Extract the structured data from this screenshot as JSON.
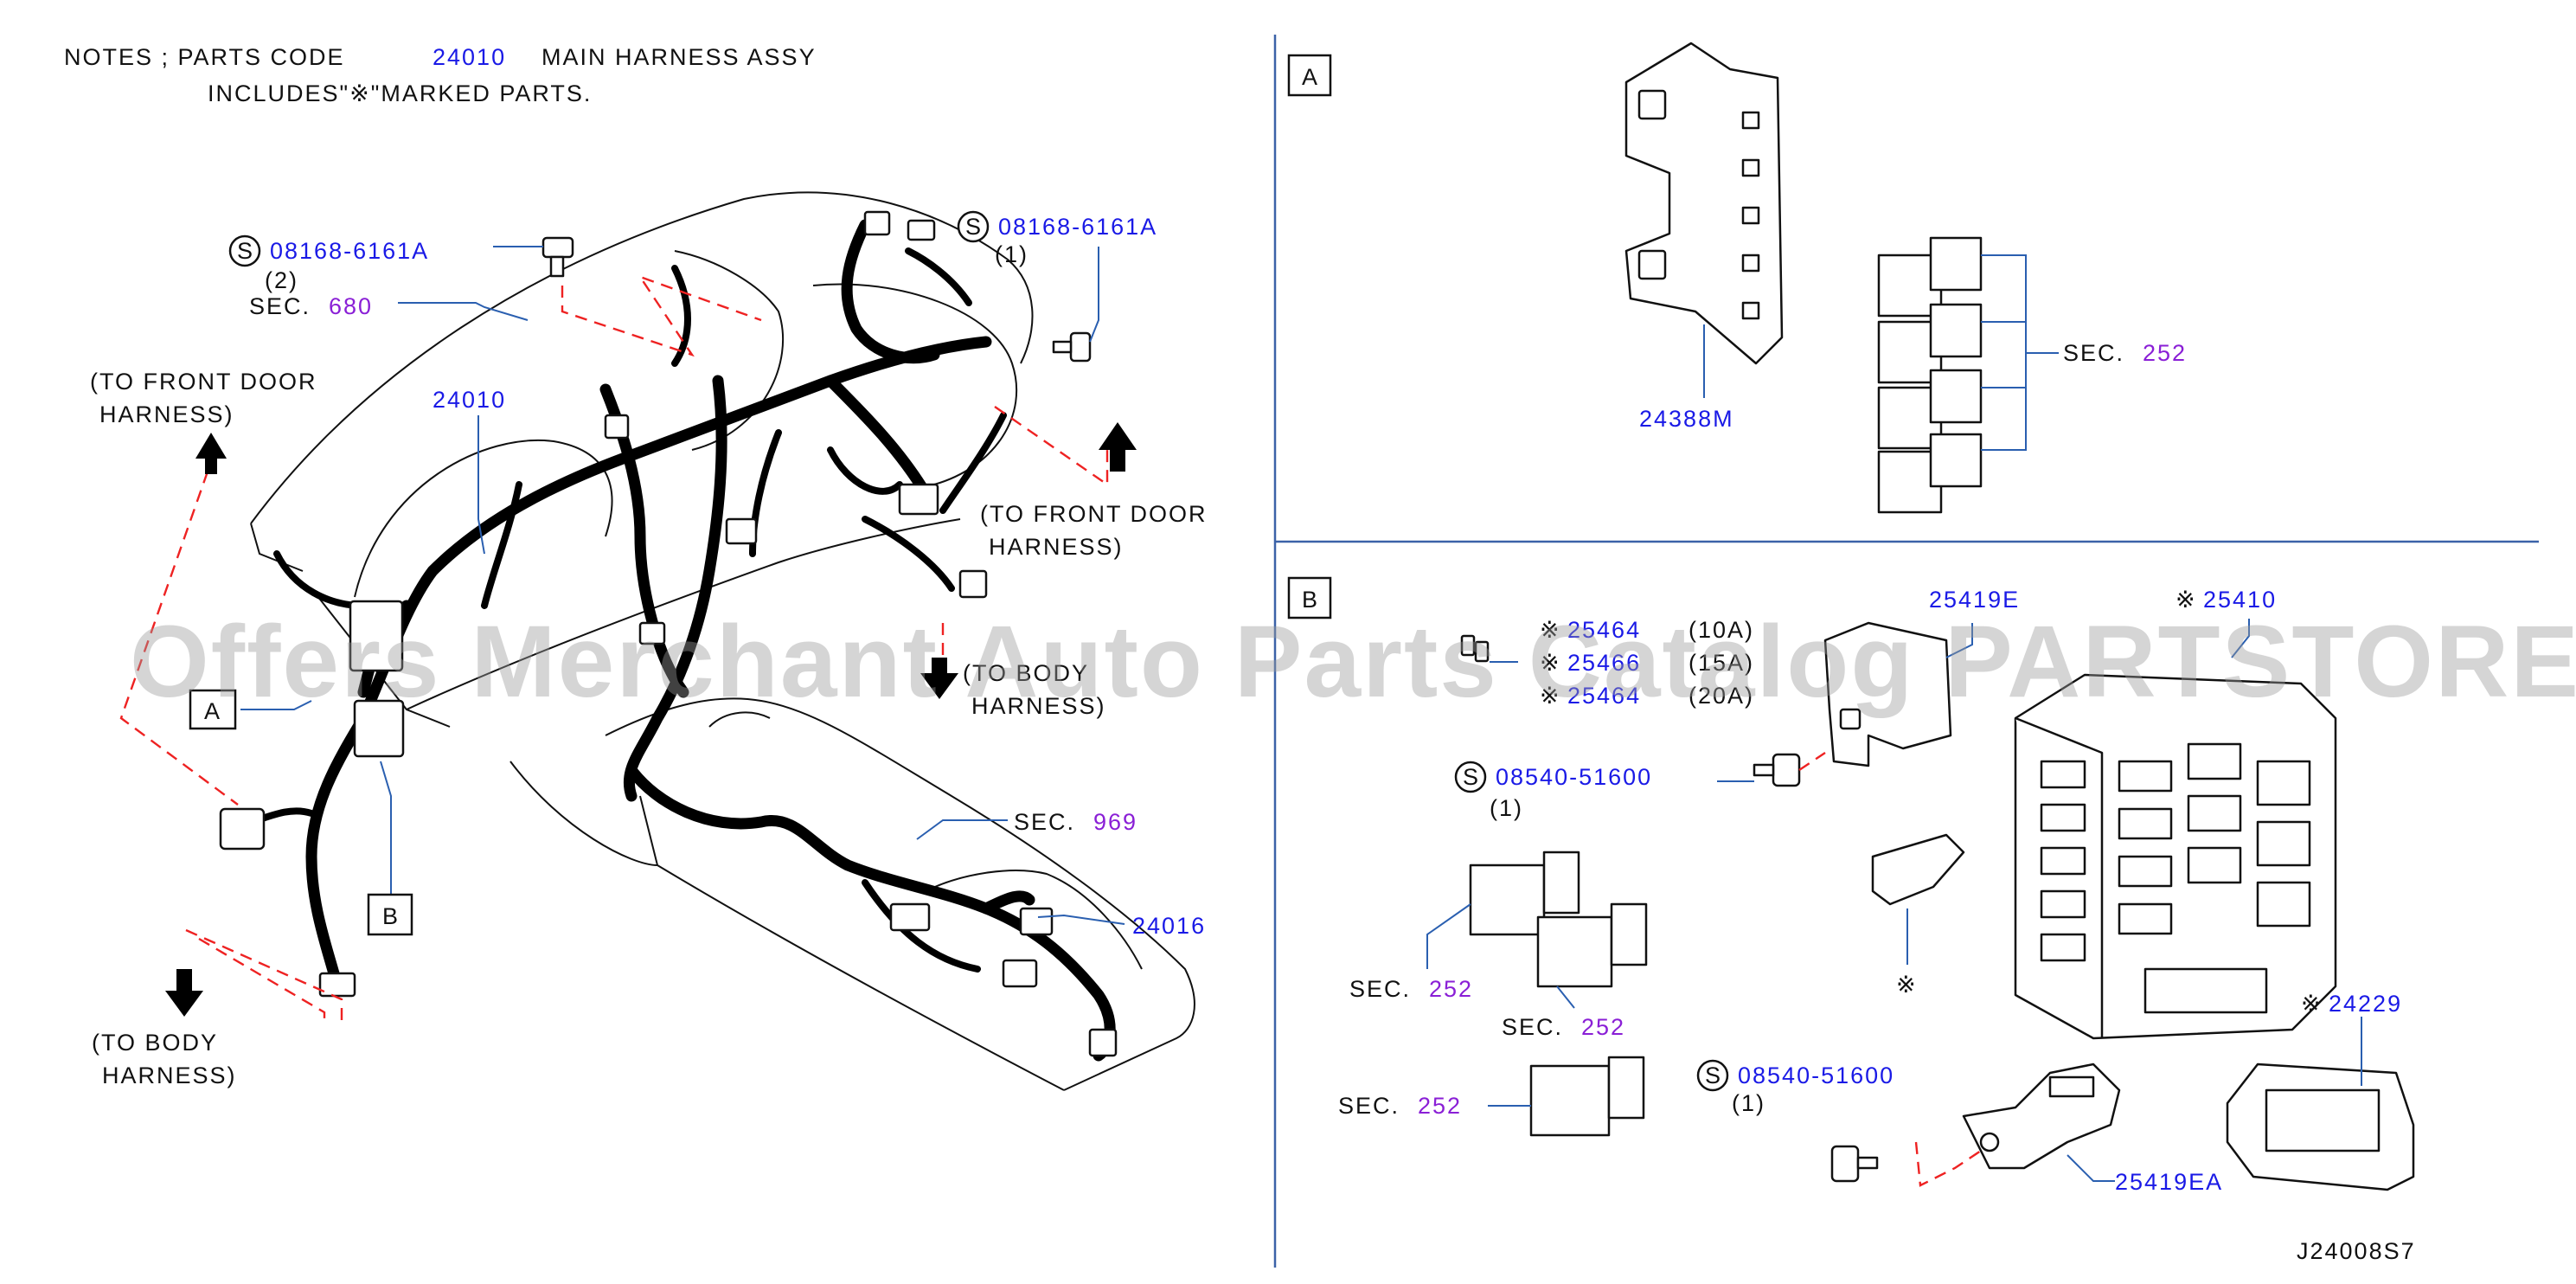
{
  "notes": {
    "line1_prefix": "NOTES ; PARTS CODE",
    "line1_code": "24010",
    "line1_suffix": "MAIN HARNESS ASSY",
    "line2": "INCLUDES\"※\"MARKED PARTS."
  },
  "left_labels": {
    "bolt_left_symbol": "S",
    "bolt_left_code": "08168-6161A",
    "bolt_left_qty": "(2)",
    "sec680_prefix": "SEC.",
    "sec680_num": "680",
    "to_front_door_left_1": "(TO FRONT DOOR",
    "to_front_door_left_2": "HARNESS)",
    "main_24010": "24010",
    "bolt_right_symbol": "S",
    "bolt_right_code": "08168-6161A",
    "bolt_right_qty": "(1)",
    "to_front_door_right_1": "(TO FRONT DOOR",
    "to_front_door_right_2": "HARNESS)",
    "to_body_mid_1": "(TO BODY",
    "to_body_mid_2": "HARNESS)",
    "callout_a": "A",
    "callout_b": "B",
    "sec969_prefix": "SEC.",
    "sec969_num": "969",
    "part_24016": "24016",
    "to_body_left_1": "(TO BODY",
    "to_body_left_2": "HARNESS)"
  },
  "section_a": {
    "tag": "A",
    "part_24388m": "24388M",
    "sec_prefix": "SEC.",
    "sec_num": "252"
  },
  "section_b": {
    "tag": "B",
    "fuse_mark": "※",
    "fuses": [
      {
        "mark": "※",
        "code": "25464",
        "rating": "(10A)"
      },
      {
        "mark": "※",
        "code": "25466",
        "rating": "(15A)"
      },
      {
        "mark": "※",
        "code": "25464",
        "rating": "(20A)"
      }
    ],
    "part_25419e": "25419E",
    "part_25410_mark": "※",
    "part_25410": "25410",
    "screw1_symbol": "S",
    "screw1_code": "08540-51600",
    "screw1_qty": "(1)",
    "relay_sec1_prefix": "SEC.",
    "relay_sec1_num": "252",
    "relay_sec2_prefix": "SEC.",
    "relay_sec2_num": "252",
    "relay_sec3_prefix": "SEC.",
    "relay_sec3_num": "252",
    "puller_mark": "※",
    "part_24229_mark": "※",
    "part_24229": "24229",
    "screw2_symbol": "S",
    "screw2_code": "08540-51600",
    "screw2_qty": "(1)",
    "part_25419ea": "25419EA"
  },
  "diagram_id": "J24008S7",
  "watermark": "Offers Merchant Auto Parts Catalog PARTSTORE.SA"
}
